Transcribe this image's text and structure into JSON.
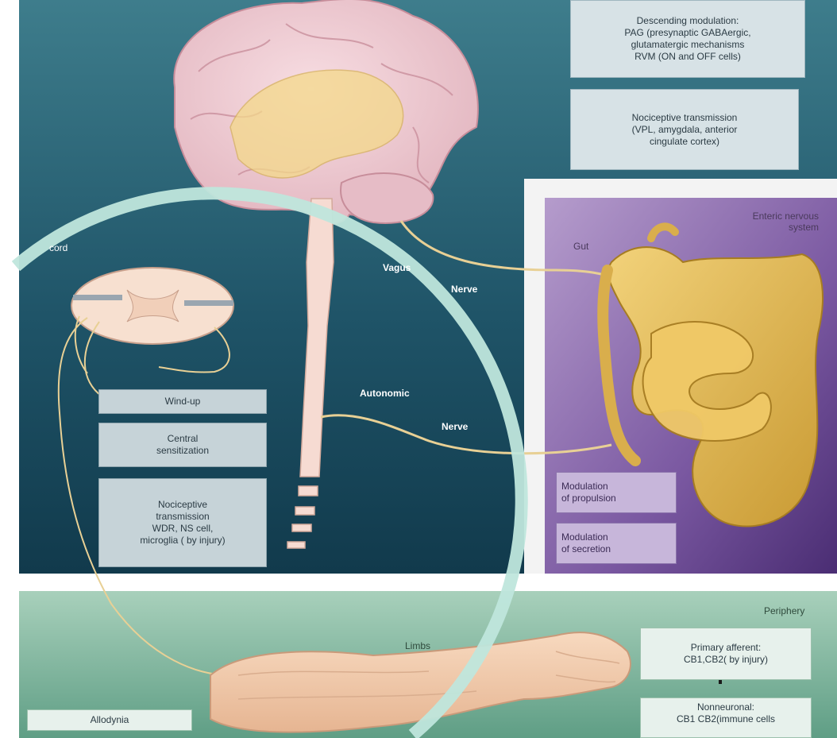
{
  "top_boxes": {
    "descending": "Descending modulation:\nPAG (presynaptic GABAergic,\nglutamatergic mechanisms\nRVM (ON and OFF cells)",
    "nociceptive_brain": "Nociceptive transmission\n(VPL, amygdala, anterior\ncingulate cortex)"
  },
  "nerve_labels": {
    "vagus": "Vagus",
    "vagus_nerve": "Nerve",
    "autonomic": "Autonomic",
    "autonomic_nerve": "Nerve"
  },
  "spinal_label": "cord",
  "left_boxes": {
    "windup": "Wind-up",
    "central": "Central\nsensitization",
    "nociceptive_spinal": "Nociceptive\ntransmission\nWDR, NS cell,\nmicroglia (   by injury)"
  },
  "gut_panel": {
    "enteric": "Enteric nervous\nsystem",
    "gut": "Gut",
    "propulsion": "Modulation\nof propulsion",
    "secretion": "Modulation\nof secretion"
  },
  "periphery_panel": {
    "periphery": "Periphery",
    "limbs": "Limbs",
    "primary": "Primary afferent:\nCB1,CB2(   by injury)",
    "nonneuronal": "Nonneuronal:\nCB1 CB2(immune cells",
    "allodynia": "Allodynia"
  }
}
